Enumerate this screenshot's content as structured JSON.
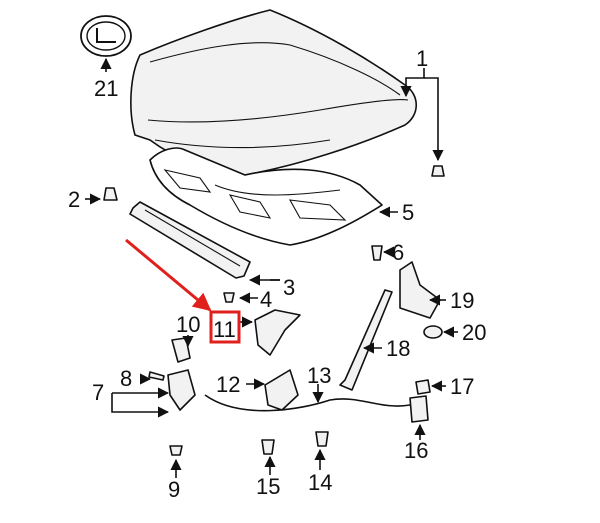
{
  "callouts": {
    "c1": "1",
    "c2": "2",
    "c3": "3",
    "c4": "4",
    "c5": "5",
    "c6": "6",
    "c7": "7",
    "c8": "8",
    "c9": "9",
    "c10": "10",
    "c11": "11",
    "c12": "12",
    "c13": "13",
    "c14": "14",
    "c15": "15",
    "c16": "16",
    "c17": "17",
    "c18": "18",
    "c19": "19",
    "c20": "20",
    "c21": "21"
  },
  "highlight": {
    "color": "#e0201c",
    "target_callout": "11"
  }
}
